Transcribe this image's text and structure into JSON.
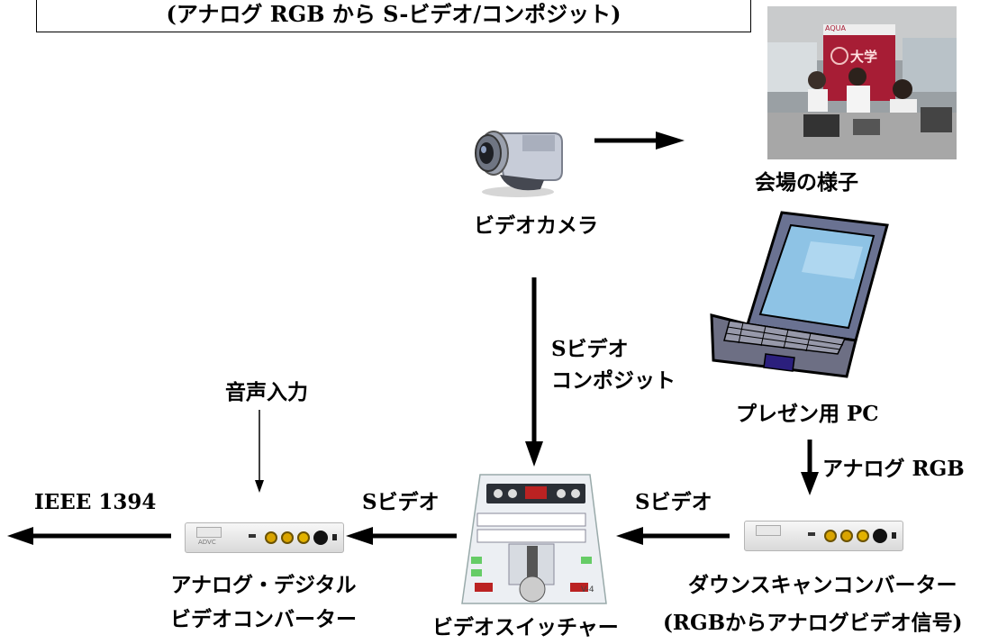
{
  "title": "(アナログ RGB から S-ビデオ/コンポジット)",
  "labels": {
    "video_camera": "ビデオカメラ",
    "venue": "会場の様子",
    "presentation_pc": "プレゼン用 PC",
    "svideo_composite_line1": "Sビデオ",
    "svideo_composite_line2": "コンポジット",
    "analog_rgb": "アナログ RGB",
    "audio_input": "音声入力",
    "ieee1394": "IEEE 1394",
    "svideo_left": "Sビデオ",
    "svideo_right": "Sビデオ",
    "adc_line1": "アナログ・デジタル",
    "adc_line2": "ビデオコンバーター",
    "switcher": "ビデオスイッチャー",
    "dsc_line1": "ダウンスキャンコンバーター",
    "dsc_line2": "(RGBからアナログビデオ信号)"
  },
  "photo_sign": {
    "brand": "AQUA",
    "text": "大学"
  },
  "device_marks": {
    "adc_brand": "ADVC",
    "switcher_model": "V-4"
  }
}
